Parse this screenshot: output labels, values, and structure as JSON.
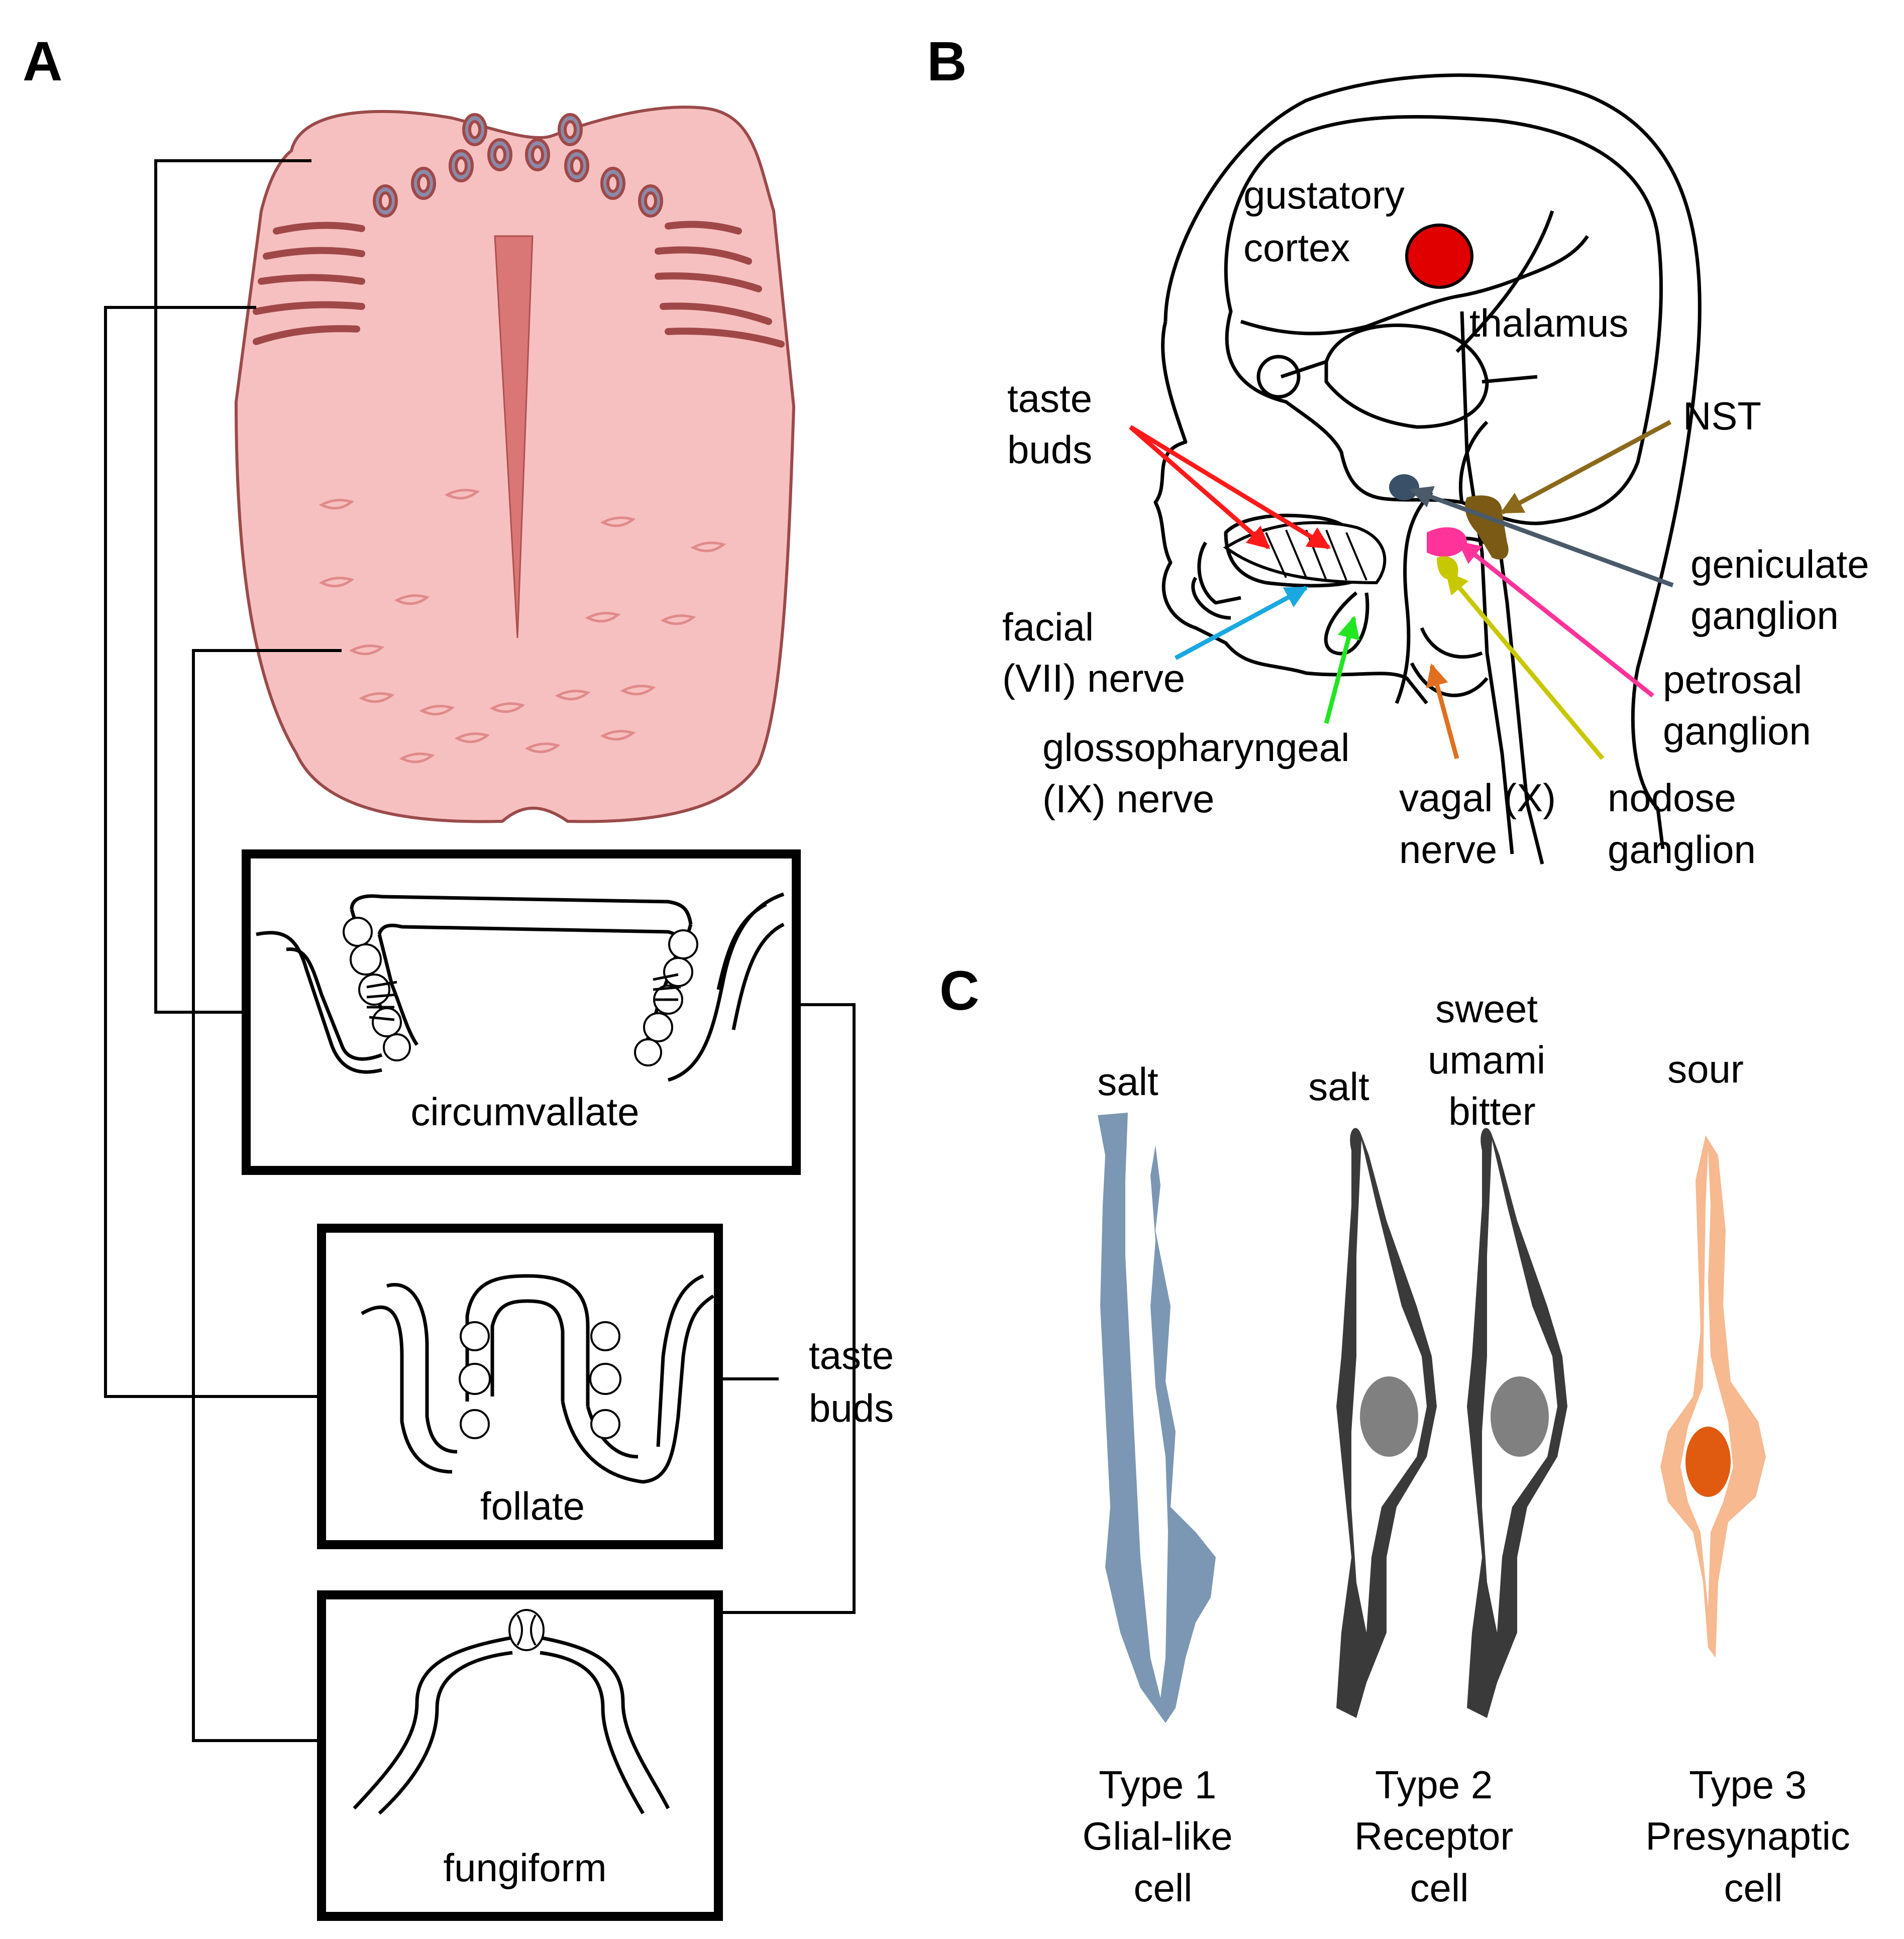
{
  "panels": {
    "a": {
      "letter": "A"
    },
    "b": {
      "letter": "B"
    },
    "c": {
      "letter": "C"
    }
  },
  "tongue": {
    "papillae": [
      {
        "label": "circumvallate"
      },
      {
        "label": "follate"
      },
      {
        "label": "fungiform"
      }
    ],
    "taste_buds_label": [
      "taste",
      "buds"
    ]
  },
  "brain": {
    "labels": {
      "gustatory_cortex": [
        "gustatory",
        "cortex"
      ],
      "thalamus": "thalamus",
      "taste_buds": [
        "taste",
        "buds"
      ],
      "nst": "NST",
      "geniculate_ganglion": [
        "geniculate",
        "ganglion"
      ],
      "facial_nerve": [
        "facial",
        "(VII) nerve"
      ],
      "petrosal_ganglion": [
        "petrosal",
        "ganglion"
      ],
      "glossopharyngeal_nerve": [
        "glossopharyngeal",
        "(IX) nerve"
      ],
      "vagal_nerve": [
        "vagal (X)",
        "nerve"
      ],
      "nodose_ganglion": [
        "nodose",
        "ganglion"
      ]
    }
  },
  "cells": [
    {
      "tastes": [
        "salt"
      ],
      "name": [
        "Type 1",
        "Glial-like",
        "cell"
      ],
      "color": "#7b97b3"
    },
    {
      "tastes": [
        "salt"
      ],
      "name": [
        "Type 2",
        "Receptor",
        "cell"
      ],
      "color": "#3a3a3a"
    },
    {
      "tastes": [
        "sweet",
        "umami",
        "bitter"
      ],
      "name": [],
      "color": "#3a3a3a"
    },
    {
      "tastes": [
        "sour"
      ],
      "name": [
        "Type 3",
        "Presynaptic",
        "cell"
      ],
      "color": "#f6b990"
    }
  ],
  "colors": {
    "tongue_fill": "#f7c0c0",
    "tongue_stroke": "#9b4a4a",
    "groove": "#d97777",
    "cortex": "#e00000",
    "nst": "#7a5a14",
    "geniculate": "#3a5068",
    "petrosal": "#ff3399",
    "nodose": "#c8c800",
    "arrow_taste": "#ff1a1a",
    "arrow_nst": "#8a6a1a",
    "arrow_geniculate": "#4a5a6a",
    "arrow_facial": "#1aa8e0",
    "arrow_glosso": "#22e622",
    "arrow_vagal": "#e07020",
    "arrow_petrosal": "#ff3399",
    "arrow_nodose": "#c8c800"
  }
}
